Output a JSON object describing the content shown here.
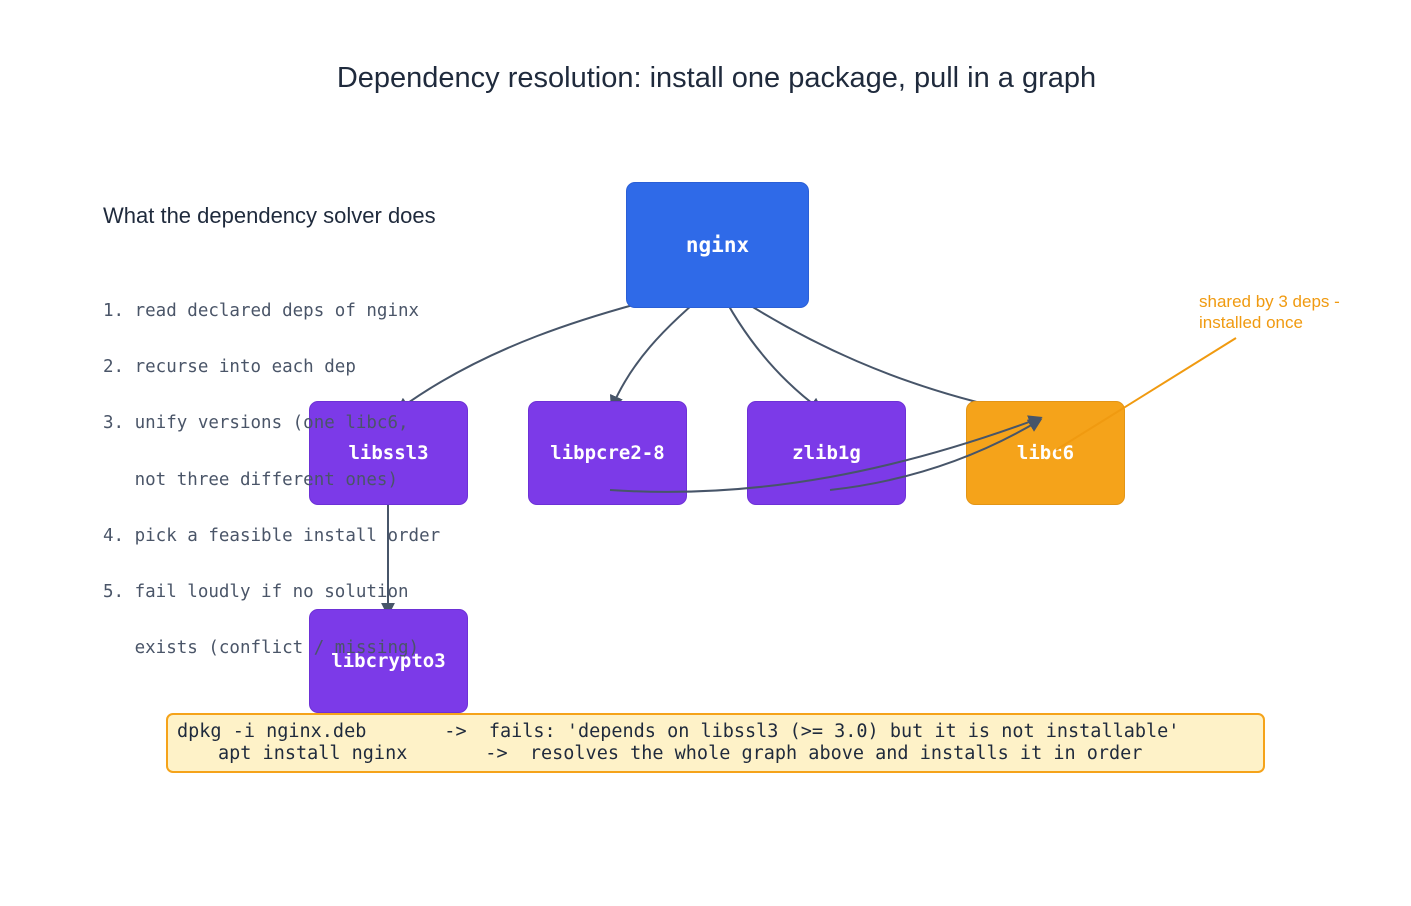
{
  "title": "Dependency resolution: install one package, pull in a graph",
  "nodes": {
    "nginx": "nginx",
    "libssl3": "libssl3",
    "libpcre2": "libpcre2-8",
    "zlib1g": "zlib1g",
    "libc6": "libc6",
    "libcrypto3": "libcrypto3"
  },
  "sidebar": {
    "heading": "What the dependency solver does",
    "steps": [
      "1. read declared deps of nginx",
      "2. recurse into each dep",
      "3. unify versions (one libc6,",
      "   not three different ones)",
      "4. pick a feasible install order",
      "5. fail loudly if no solution",
      "   exists (conflict / missing)"
    ]
  },
  "callout": {
    "text": "shared by 3 deps -\ninstalled once"
  },
  "commands": {
    "line1": "dpkg -i nginx.deb       ->  fails: 'depends on libssl3 (>= 3.0) but it is not installable'",
    "line2": "apt install nginx       ->  resolves the whole graph above and installs it in order"
  },
  "colors": {
    "root": "#2f6ae8",
    "dependency": "#7c3ae8",
    "shared": "#f5a31a",
    "edge": "#475569",
    "callout": "#f09a10",
    "command_box": "#fef2c8"
  }
}
